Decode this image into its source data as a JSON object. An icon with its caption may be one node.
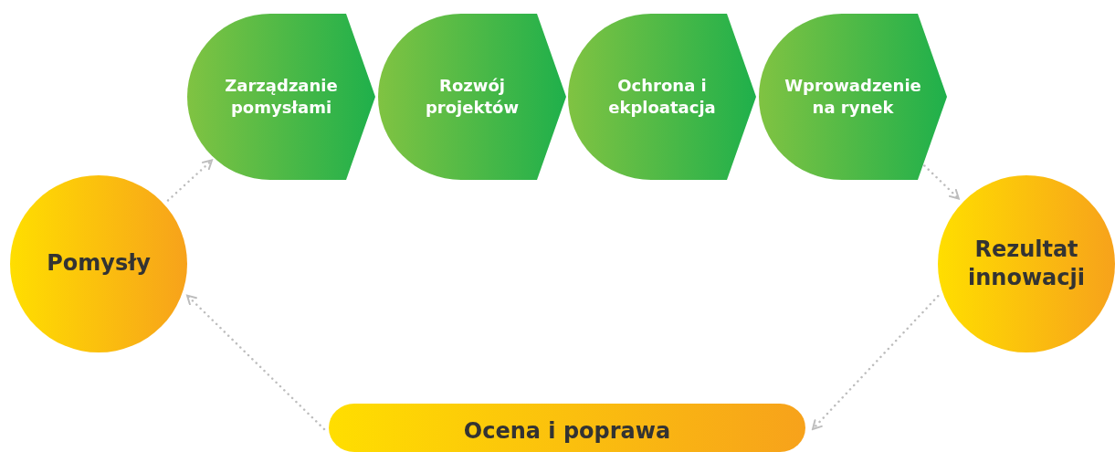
{
  "diagram": {
    "nodes": [
      {
        "text": [
          "Pomysły"
        ]
      },
      {
        "text": [
          "Zarządzanie pomysłami"
        ]
      },
      {
        "text": [
          "Rozwój projektów"
        ]
      },
      {
        "text": [
          "Ochrona i ekploatacja"
        ]
      },
      {
        "text": [
          "Wprowadzenie na rynek"
        ]
      },
      {
        "text": [
          "Rezultat innowacji"
        ]
      },
      {
        "text": [
          "Ocena i poprawa"
        ]
      }
    ],
    "edges": [
      {
        "from": 0,
        "to": 1,
        "arrow": "to",
        "style": "dashed"
      },
      {
        "from": 4,
        "to": 5,
        "arrow": "to",
        "style": "dashed"
      },
      {
        "from": 5,
        "to": 6,
        "arrow": "to",
        "style": "dashed"
      },
      {
        "from": 6,
        "to": 0,
        "arrow": "to",
        "style": "dashed"
      }
    ]
  }
}
